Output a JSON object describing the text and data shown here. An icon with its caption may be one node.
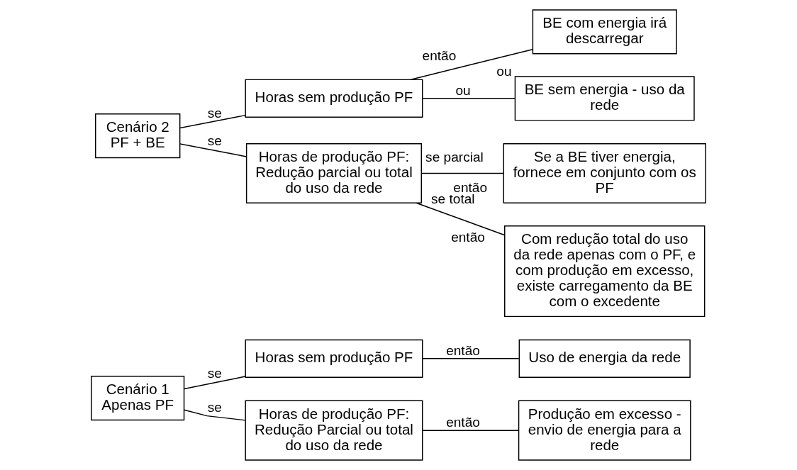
{
  "diagram": {
    "nodes": [
      {
        "text": [
          "Cenário 1",
          "Apenas PF"
        ]
      },
      {
        "text": [
          "Horas sem produção PF"
        ]
      },
      {
        "text": [
          "Horas de produção PF: Redução Parcial ou total do uso da rede"
        ]
      },
      {
        "text": [
          "Uso de energia da rede"
        ]
      },
      {
        "text": [
          "Produção em excesso - envio de energia para a rede"
        ]
      },
      {
        "text": [
          "Cenário 2",
          "PF + BE"
        ]
      },
      {
        "text": [
          "Horas sem produção PF"
        ]
      },
      {
        "text": [
          "Horas de produção PF: Redução parcial ou total do uso da rede"
        ]
      },
      {
        "text": [
          "BE com energia irá descarregar"
        ]
      },
      {
        "text": [
          "BE sem energia - uso da rede"
        ]
      },
      {
        "text": [
          "Se a BE tiver energia, fornece em conjunto com os PF"
        ]
      },
      {
        "text": [
          "Com redução total do uso da rede apenas com o PF, e com produção em excesso, existe carregamento da BE com o excedente"
        ]
      }
    ],
    "edges": [
      {
        "from": 0,
        "to": 1,
        "arrow": "none",
        "label": "se"
      },
      {
        "from": 0,
        "to": 2,
        "arrow": "none",
        "label": "se"
      },
      {
        "from": 1,
        "to": 3,
        "arrow": "none",
        "label": "então"
      },
      {
        "from": 2,
        "to": 4,
        "arrow": "none",
        "label": "então"
      },
      {
        "from": 5,
        "to": 6,
        "arrow": "none",
        "label": "se"
      },
      {
        "from": 5,
        "to": 7,
        "arrow": "none",
        "label": "se"
      },
      {
        "from": 6,
        "to": 8,
        "arrow": "none",
        "label": [
          "então",
          "ou"
        ]
      },
      {
        "from": 6,
        "to": 9,
        "arrow": "none",
        "label": "ou"
      },
      {
        "from": 7,
        "to": 10,
        "arrow": "none",
        "label": [
          "se parcial",
          "então"
        ]
      },
      {
        "from": 7,
        "to": 11,
        "arrow": "none",
        "label": [
          "se total",
          "então"
        ]
      }
    ]
  }
}
